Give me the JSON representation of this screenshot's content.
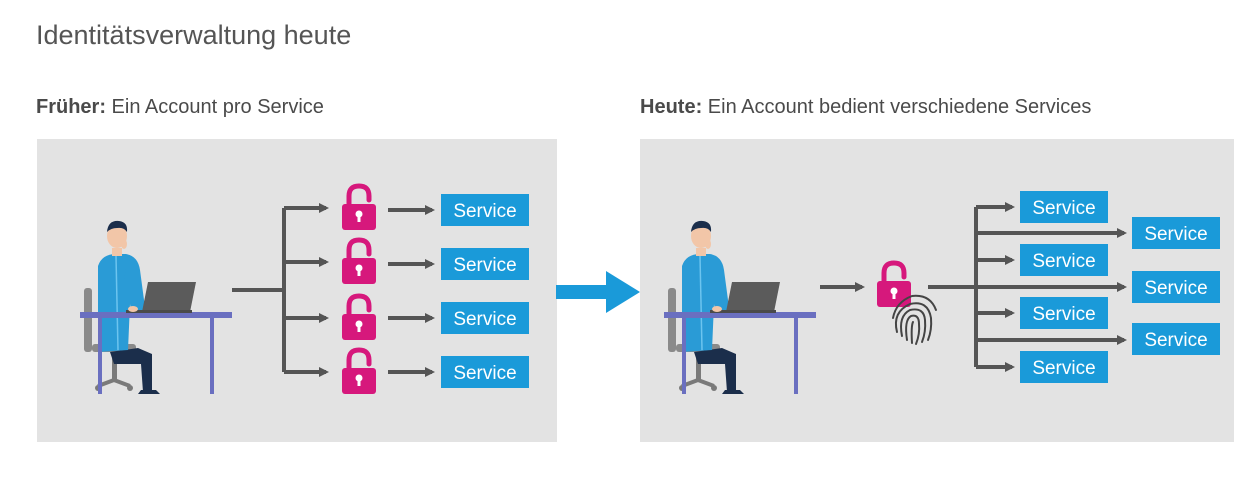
{
  "title": "Identitätsverwaltung heute",
  "left": {
    "heading_bold": "Früher:",
    "heading_rest": " Ein Account pro Service",
    "service_labels": [
      "Service",
      "Service",
      "Service",
      "Service"
    ]
  },
  "right": {
    "heading_bold": "Heute:",
    "heading_rest": " Ein Account bedient verschiedene Services",
    "service_labels": [
      "Service",
      "Service",
      "Service",
      "Service",
      "Service",
      "Service",
      "Service"
    ]
  },
  "colors": {
    "panel": "#e3e3e3",
    "service": "#1a9ad9",
    "lock": "#d6187c",
    "arrow": "#555555",
    "transition_arrow": "#1a9ad9",
    "shirt": "#2a9bd6",
    "pants": "#1b2e4b",
    "desk": "#6a6fc0"
  },
  "icons": [
    "person-at-desk-icon",
    "laptop-icon",
    "lock-icon",
    "fingerprint-icon",
    "arrow-icon"
  ]
}
